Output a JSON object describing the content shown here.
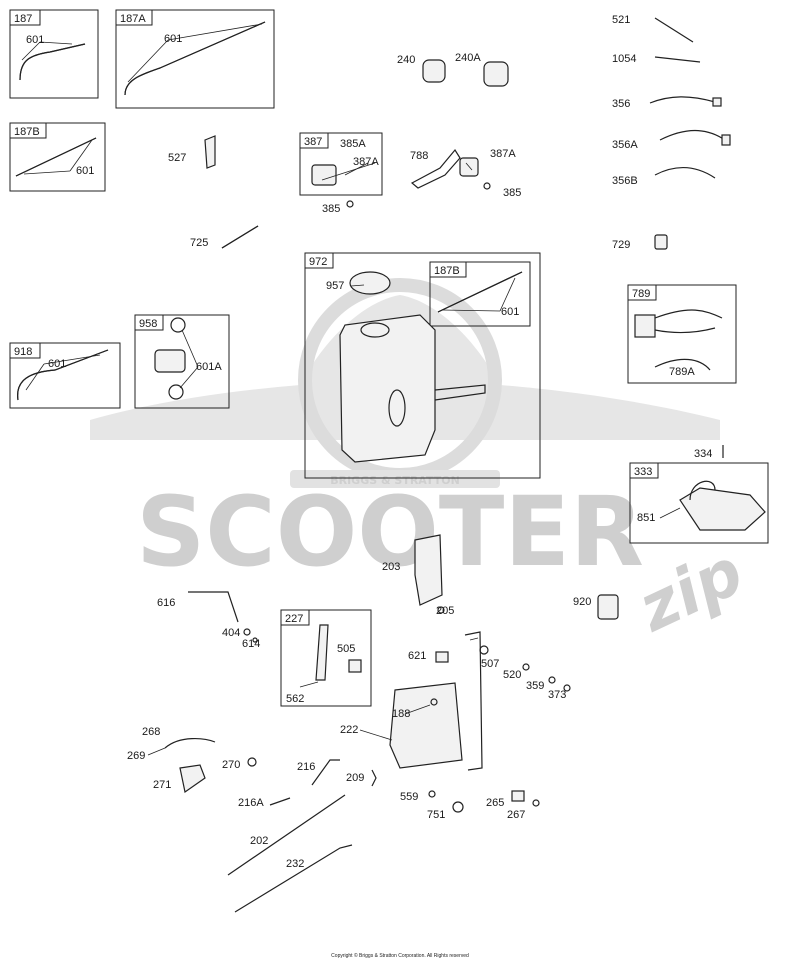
{
  "watermark": {
    "brand": "SCOOTER",
    "script": "zip",
    "badge": "BRIGGS & STRATTON"
  },
  "copyright": "Copyright © Briggs & Stratton Corporation. All Rights reserved",
  "boxes": [
    {
      "id": "b187",
      "label": "187"
    },
    {
      "id": "b187A",
      "label": "187A"
    },
    {
      "id": "b187B",
      "label": "187B"
    },
    {
      "id": "b387",
      "label": "387"
    },
    {
      "id": "b972",
      "label": "972"
    },
    {
      "id": "b187B2",
      "label": "187B"
    },
    {
      "id": "b918",
      "label": "918"
    },
    {
      "id": "b958",
      "label": "958"
    },
    {
      "id": "b789",
      "label": "789"
    },
    {
      "id": "b333",
      "label": "333"
    },
    {
      "id": "b227",
      "label": "227"
    }
  ],
  "callouts": [
    "601",
    "601",
    "601",
    "527",
    "385A",
    "387A",
    "385",
    "240",
    "240A",
    "788",
    "387A",
    "385",
    "725",
    "957",
    "601",
    "521",
    "1054",
    "356",
    "356A",
    "356B",
    "729",
    "789A",
    "601",
    "601A",
    "334",
    "851",
    "203",
    "205",
    "920",
    "616",
    "404",
    "614",
    "505",
    "562",
    "621",
    "507",
    "520",
    "359",
    "373",
    "188",
    "222",
    "268",
    "269",
    "270",
    "271",
    "216",
    "209",
    "216A",
    "559",
    "751",
    "265",
    "267",
    "202",
    "232"
  ]
}
